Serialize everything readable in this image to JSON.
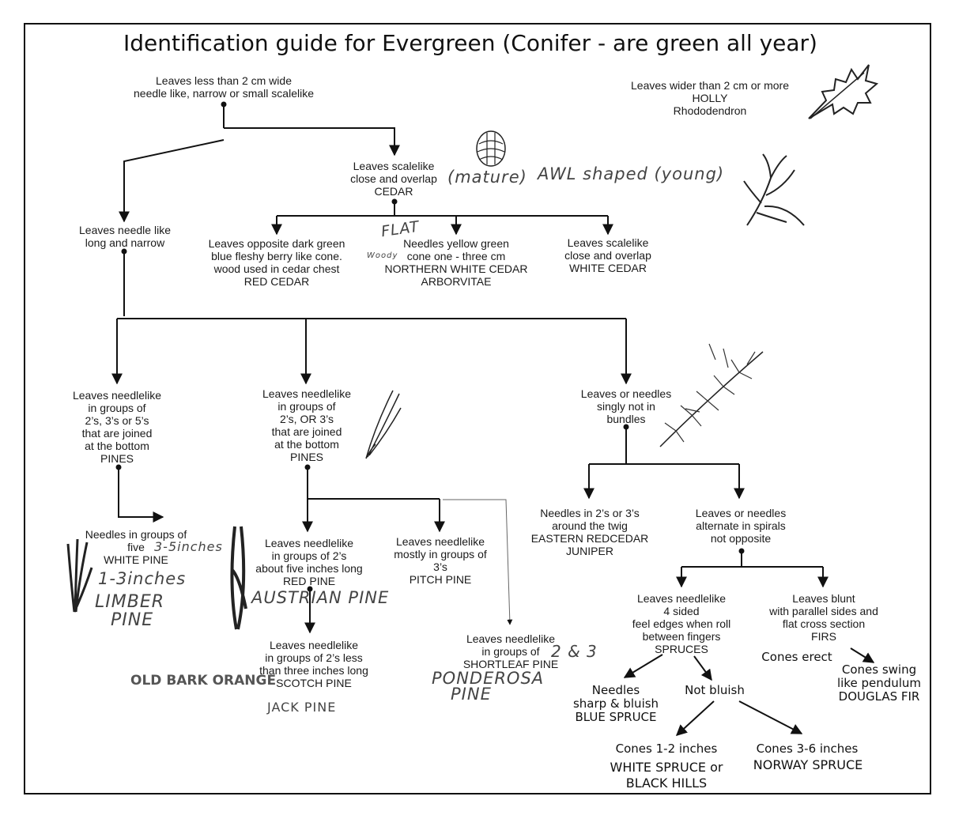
{
  "title": "Identification guide for Evergreen (Conifer - are green all year)",
  "nodes": {
    "root": [
      "Leaves less than 2 cm wide",
      "needle like, narrow or small scalelike"
    ],
    "wide": [
      "Leaves wider than 2 cm or more",
      "HOLLY",
      "Rhododendron"
    ],
    "scalelike": [
      "Leaves scalelike",
      "close and overlap",
      "CEDAR"
    ],
    "needle": [
      "Leaves needle like",
      "long and narrow"
    ],
    "red_cedar": [
      "Leaves opposite dark green",
      "blue fleshy berry like cone.",
      "wood used in cedar chest",
      "RED CEDAR"
    ],
    "arborvitae": [
      "Needles yellow green",
      "cone one - three cm",
      "NORTHERN WHITE CEDAR",
      "ARBORVITAE"
    ],
    "white_cedar": [
      "Leaves scalelike",
      "close and overlap",
      "WHITE CEDAR"
    ],
    "pines_235": [
      "Leaves needlelike",
      "in groups of",
      "2’s, 3’s or 5’s",
      "that are joined",
      "at the bottom",
      "PINES"
    ],
    "pines_23": [
      "Leaves needlelike",
      "in groups of",
      "2’s, OR 3’s",
      "that are joined",
      "at the bottom",
      "PINES"
    ],
    "singly": [
      "Leaves or needles",
      "singly not in",
      "bundles"
    ],
    "white_pine": [
      "Needles in groups of",
      "five",
      "WHITE PINE"
    ],
    "red_pine": [
      "Leaves needlelike",
      "in groups of 2’s",
      "about five inches long",
      "RED PINE"
    ],
    "pitch_pine": [
      "Leaves needlelike",
      "mostly in groups of",
      "3’s",
      "PITCH PINE"
    ],
    "juniper": [
      "Needles in 2’s or 3’s",
      "around the twig",
      "EASTERN REDCEDAR",
      "JUNIPER"
    ],
    "spirals": [
      "Leaves or needles",
      "alternate in spirals",
      "not opposite"
    ],
    "scotch_pine": [
      "Leaves needlelike",
      "in groups of 2’s less",
      "than three inches long",
      "SCOTCH PINE"
    ],
    "shortleaf": [
      "Leaves needlelike",
      "in groups of",
      "SHORTLEAF PINE"
    ],
    "spruces": [
      "Leaves needlelike",
      "4 sided",
      "feel edges when roll",
      "between fingers",
      "SPRUCES"
    ],
    "firs": [
      "Leaves blunt",
      "with parallel sides and",
      "flat cross section",
      "FIRS"
    ]
  },
  "handwritten": {
    "mature": "(mature)",
    "awl": "AWL shaped (young)",
    "flat": "FLAT",
    "woody": "Woody",
    "three_five_inches": "3-5inches",
    "one_three_inches": "1-3inches",
    "limber": "LIMBER",
    "limber_pine": "PINE",
    "austrian": "AUSTRIAN PINE",
    "old_bark": "OLD BARK ORANGE",
    "jack": "JACK PINE",
    "two_three": "2 & 3",
    "ponderosa": "PONDEROSA",
    "ponderosa_pine": "PINE",
    "cones_erect": "Cones erect",
    "douglas": [
      "Cones swing",
      "like pendulum",
      "DOUGLAS FIR"
    ],
    "blue_spruce": [
      "Needles",
      "sharp & bluish",
      "BLUE SPRUCE"
    ],
    "not_bluish": "Not bluish",
    "cones_12": "Cones 1-2 inches",
    "white_spruce": [
      "WHITE SPRUCE or",
      "BLACK HILLS"
    ],
    "cones_36": "Cones 3-6 inches",
    "norway": "NORWAY SPRUCE"
  },
  "colors": {
    "ink": "#1a1a1a",
    "pencil": "#444444",
    "frame": "#111111"
  }
}
